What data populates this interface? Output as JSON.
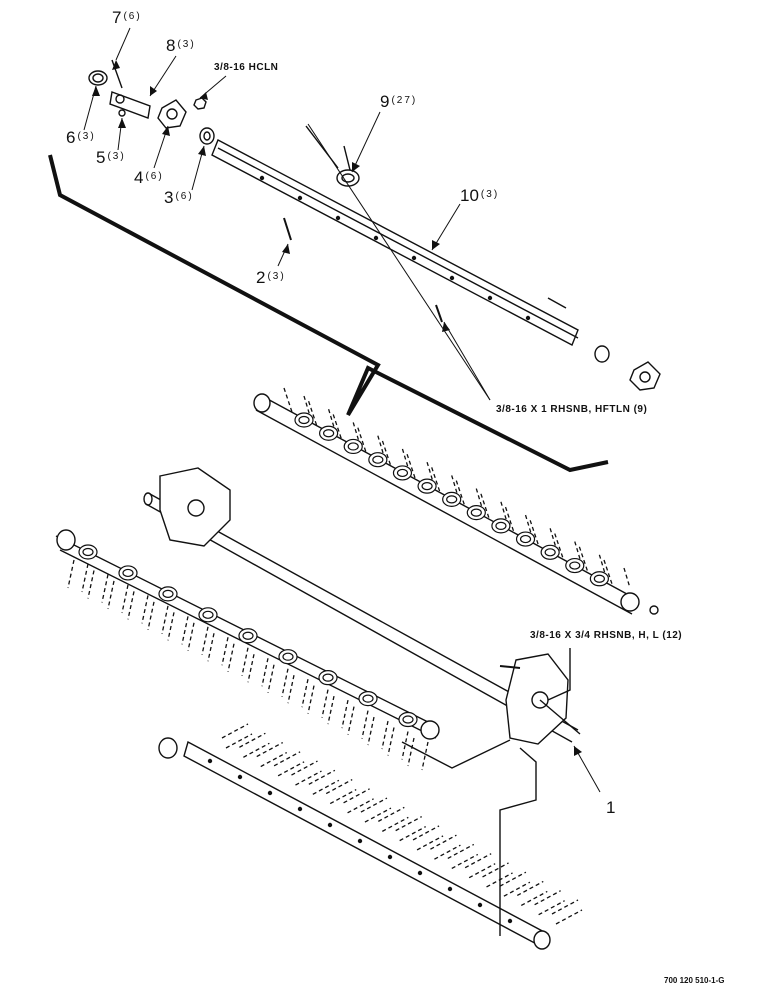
{
  "callouts": [
    {
      "num": "7",
      "qty": "(6)"
    },
    {
      "num": "8",
      "qty": "(3)"
    },
    {
      "num": "6",
      "qty": "(3)"
    },
    {
      "num": "5",
      "qty": "(3)"
    },
    {
      "num": "4",
      "qty": "(6)"
    },
    {
      "num": "3",
      "qty": "(6)"
    },
    {
      "num": "2",
      "qty": "(3)"
    },
    {
      "num": "9",
      "qty": "(27)"
    },
    {
      "num": "10",
      "qty": "(3)"
    },
    {
      "num": "1",
      "qty": ""
    }
  ],
  "notes": {
    "hcln": "3/8-16 HCLN",
    "hftln": "3/8-16 X 1 RHSNB, HFTLN (9)",
    "rhsnb": "3/8-16 X 3/4 RHSNB, H, L (12)"
  },
  "figure_id": "700 120 510-1-G"
}
